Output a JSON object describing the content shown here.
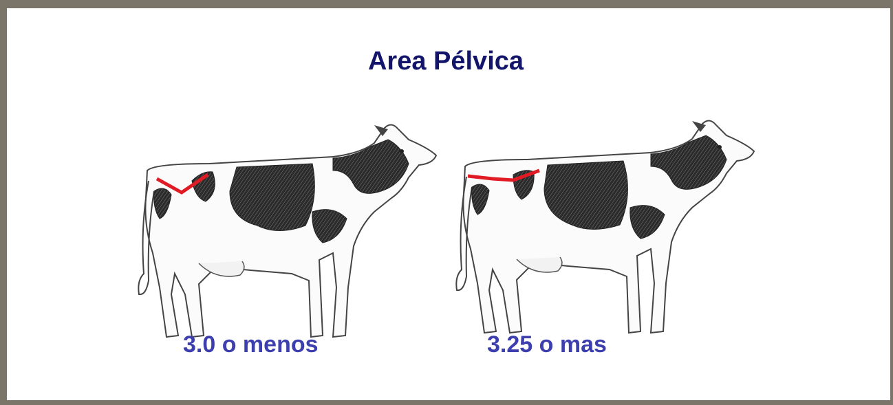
{
  "title": "Area Pélvica",
  "figures": [
    {
      "caption": "3.0 o menos",
      "pelvic_line": "V-shape (sloped)"
    },
    {
      "caption": "3.25 o mas",
      "pelvic_line": "flat"
    }
  ],
  "colors": {
    "title": "#13156b",
    "caption": "#3d3fae",
    "pelvic_line": "#e01b24",
    "border": "#7a7568"
  }
}
